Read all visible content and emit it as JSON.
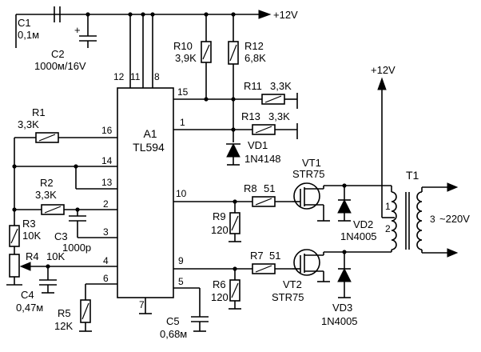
{
  "ic": {
    "ref": "A1",
    "part": "TL594",
    "pins": {
      "p1": "1",
      "p2": "2",
      "p3": "3",
      "p4": "4",
      "p5": "5",
      "p6": "6",
      "p7": "7",
      "p8": "8",
      "p9": "9",
      "p10": "10",
      "p11": "11",
      "p12": "12",
      "p13": "13",
      "p14": "14",
      "p15": "15",
      "p16": "16"
    }
  },
  "supply": {
    "top": "+12V",
    "right": "+12V"
  },
  "components": {
    "c1": {
      "ref": "C1",
      "value": "0,1м"
    },
    "c2": {
      "ref": "C2",
      "value": "1000м/16V",
      "polarity": "+"
    },
    "c3": {
      "ref": "C3",
      "value": "1000p"
    },
    "c4": {
      "ref": "C4",
      "value": "0,47м"
    },
    "c5": {
      "ref": "C5",
      "value": "0,68м"
    },
    "r1": {
      "ref": "R1",
      "value": "3,3K"
    },
    "r2": {
      "ref": "R2",
      "value": "3,3K"
    },
    "r3": {
      "ref": "R3",
      "value": "10K"
    },
    "r4": {
      "ref": "R4",
      "value": "10K"
    },
    "r5": {
      "ref": "R5",
      "value": "12K"
    },
    "r6": {
      "ref": "R6",
      "value": "120"
    },
    "r7": {
      "ref": "R7",
      "value": "51"
    },
    "r8": {
      "ref": "R8",
      "value": "51"
    },
    "r9": {
      "ref": "R9",
      "value": "120"
    },
    "r10": {
      "ref": "R10",
      "value": "3,9K"
    },
    "r11": {
      "ref": "R11",
      "value": "3,3K"
    },
    "r12": {
      "ref": "R12",
      "value": "6,8K"
    },
    "r13": {
      "ref": "R13",
      "value": "3,3K"
    },
    "vd1": {
      "ref": "VD1",
      "value": "1N4148"
    },
    "vd2": {
      "ref": "VD2",
      "value": "1N4005"
    },
    "vd3": {
      "ref": "VD3",
      "value": "1N4005"
    },
    "vt1": {
      "ref": "VT1",
      "value": "STR75"
    },
    "vt2": {
      "ref": "VT2",
      "value": "STR75"
    },
    "t1": {
      "ref": "T1",
      "w1": "1",
      "w2": "2",
      "w3": "3",
      "output": "~220V"
    }
  }
}
